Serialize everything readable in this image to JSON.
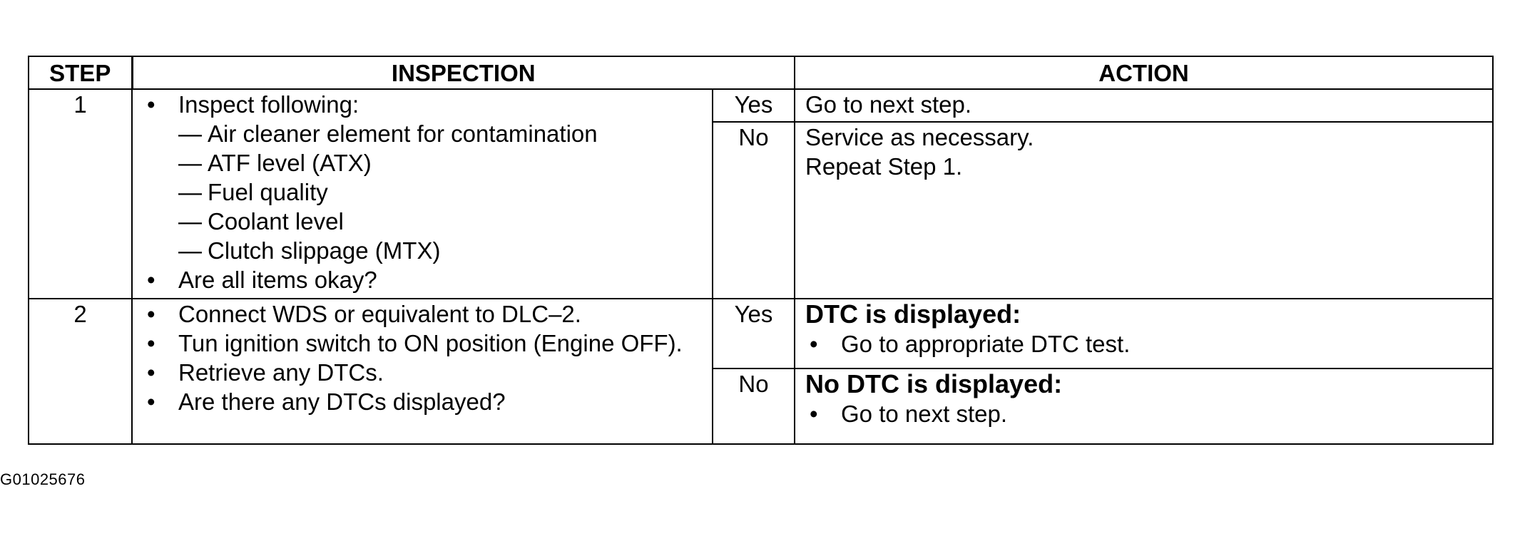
{
  "table": {
    "headers": {
      "step": "STEP",
      "inspection": "INSPECTION",
      "action": "ACTION"
    },
    "rows": [
      {
        "step": "1",
        "inspection": {
          "bullets": [
            {
              "text": "Inspect following:",
              "subitems": [
                "Air cleaner element for contamination",
                "ATF level (ATX)",
                "Fuel quality",
                "Coolant level",
                "Clutch slippage (MTX)"
              ]
            },
            {
              "text": "Are all items okay?"
            }
          ]
        },
        "outcomes": [
          {
            "answer": "Yes",
            "lines": [
              "Go to next step."
            ]
          },
          {
            "answer": "No",
            "lines": [
              "Service as necessary.",
              "Repeat Step 1."
            ]
          }
        ]
      },
      {
        "step": "2",
        "inspection": {
          "bullets": [
            {
              "text": "Connect WDS or equivalent to DLC–2."
            },
            {
              "text": "Tun ignition switch to ON position (Engine OFF)."
            },
            {
              "text": "Retrieve any DTCs."
            },
            {
              "text": "Are there any DTCs displayed?"
            }
          ]
        },
        "outcomes": [
          {
            "answer": "Yes",
            "heading": "DTC is displayed:",
            "bullets": [
              "Go to appropriate DTC test."
            ]
          },
          {
            "answer": "No",
            "heading": "No DTC is displayed:",
            "bullets": [
              "Go to next step."
            ]
          }
        ]
      }
    ]
  },
  "figure_id": "G01025676",
  "dash_glyph": "—"
}
